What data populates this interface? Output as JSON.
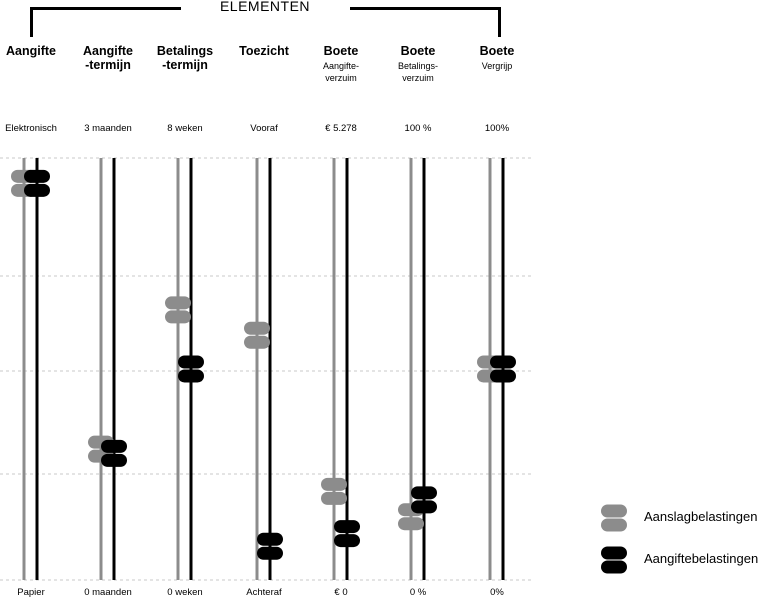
{
  "title": "ELEMENTEN",
  "colors": {
    "gray": "#8c8c8c",
    "black": "#000000",
    "grid": "#c8c8c8"
  },
  "columns": [
    {
      "title": "Aangifte",
      "subtitle": "",
      "top_label": "Elektronisch",
      "bottom_label": "Papier",
      "gray_level": 0.94,
      "black_level": 0.94
    },
    {
      "title": "Aangifte\n-termijn",
      "subtitle": "",
      "top_label": "3 maanden",
      "bottom_label": "0 maanden",
      "gray_level": 0.31,
      "black_level": 0.3
    },
    {
      "title": "Betalings\n-termijn",
      "subtitle": "",
      "top_label": "8 weken",
      "bottom_label": "0 weken",
      "gray_level": 0.64,
      "black_level": 0.5
    },
    {
      "title": "Toezicht",
      "subtitle": "",
      "top_label": "Vooraf",
      "bottom_label": "Achteraf",
      "gray_level": 0.58,
      "black_level": 0.08
    },
    {
      "title": "Boete",
      "subtitle": "Aangifte-\nverzuim",
      "top_label": "€ 5.278",
      "bottom_label": "€ 0",
      "gray_level": 0.21,
      "black_level": 0.11
    },
    {
      "title": "Boete",
      "subtitle": "Betalings-\nverzuim",
      "top_label": "100 %",
      "bottom_label": "0 %",
      "gray_level": 0.15,
      "black_level": 0.19
    },
    {
      "title": "Boete",
      "subtitle": "Vergrijp",
      "top_label": "100%",
      "bottom_label": "0%",
      "gray_level": 0.5,
      "black_level": 0.5
    }
  ],
  "legend": [
    {
      "label": "Aanslagbelastingen",
      "color": "gray"
    },
    {
      "label": "Aangiftebelastingen",
      "color": "black"
    }
  ]
}
